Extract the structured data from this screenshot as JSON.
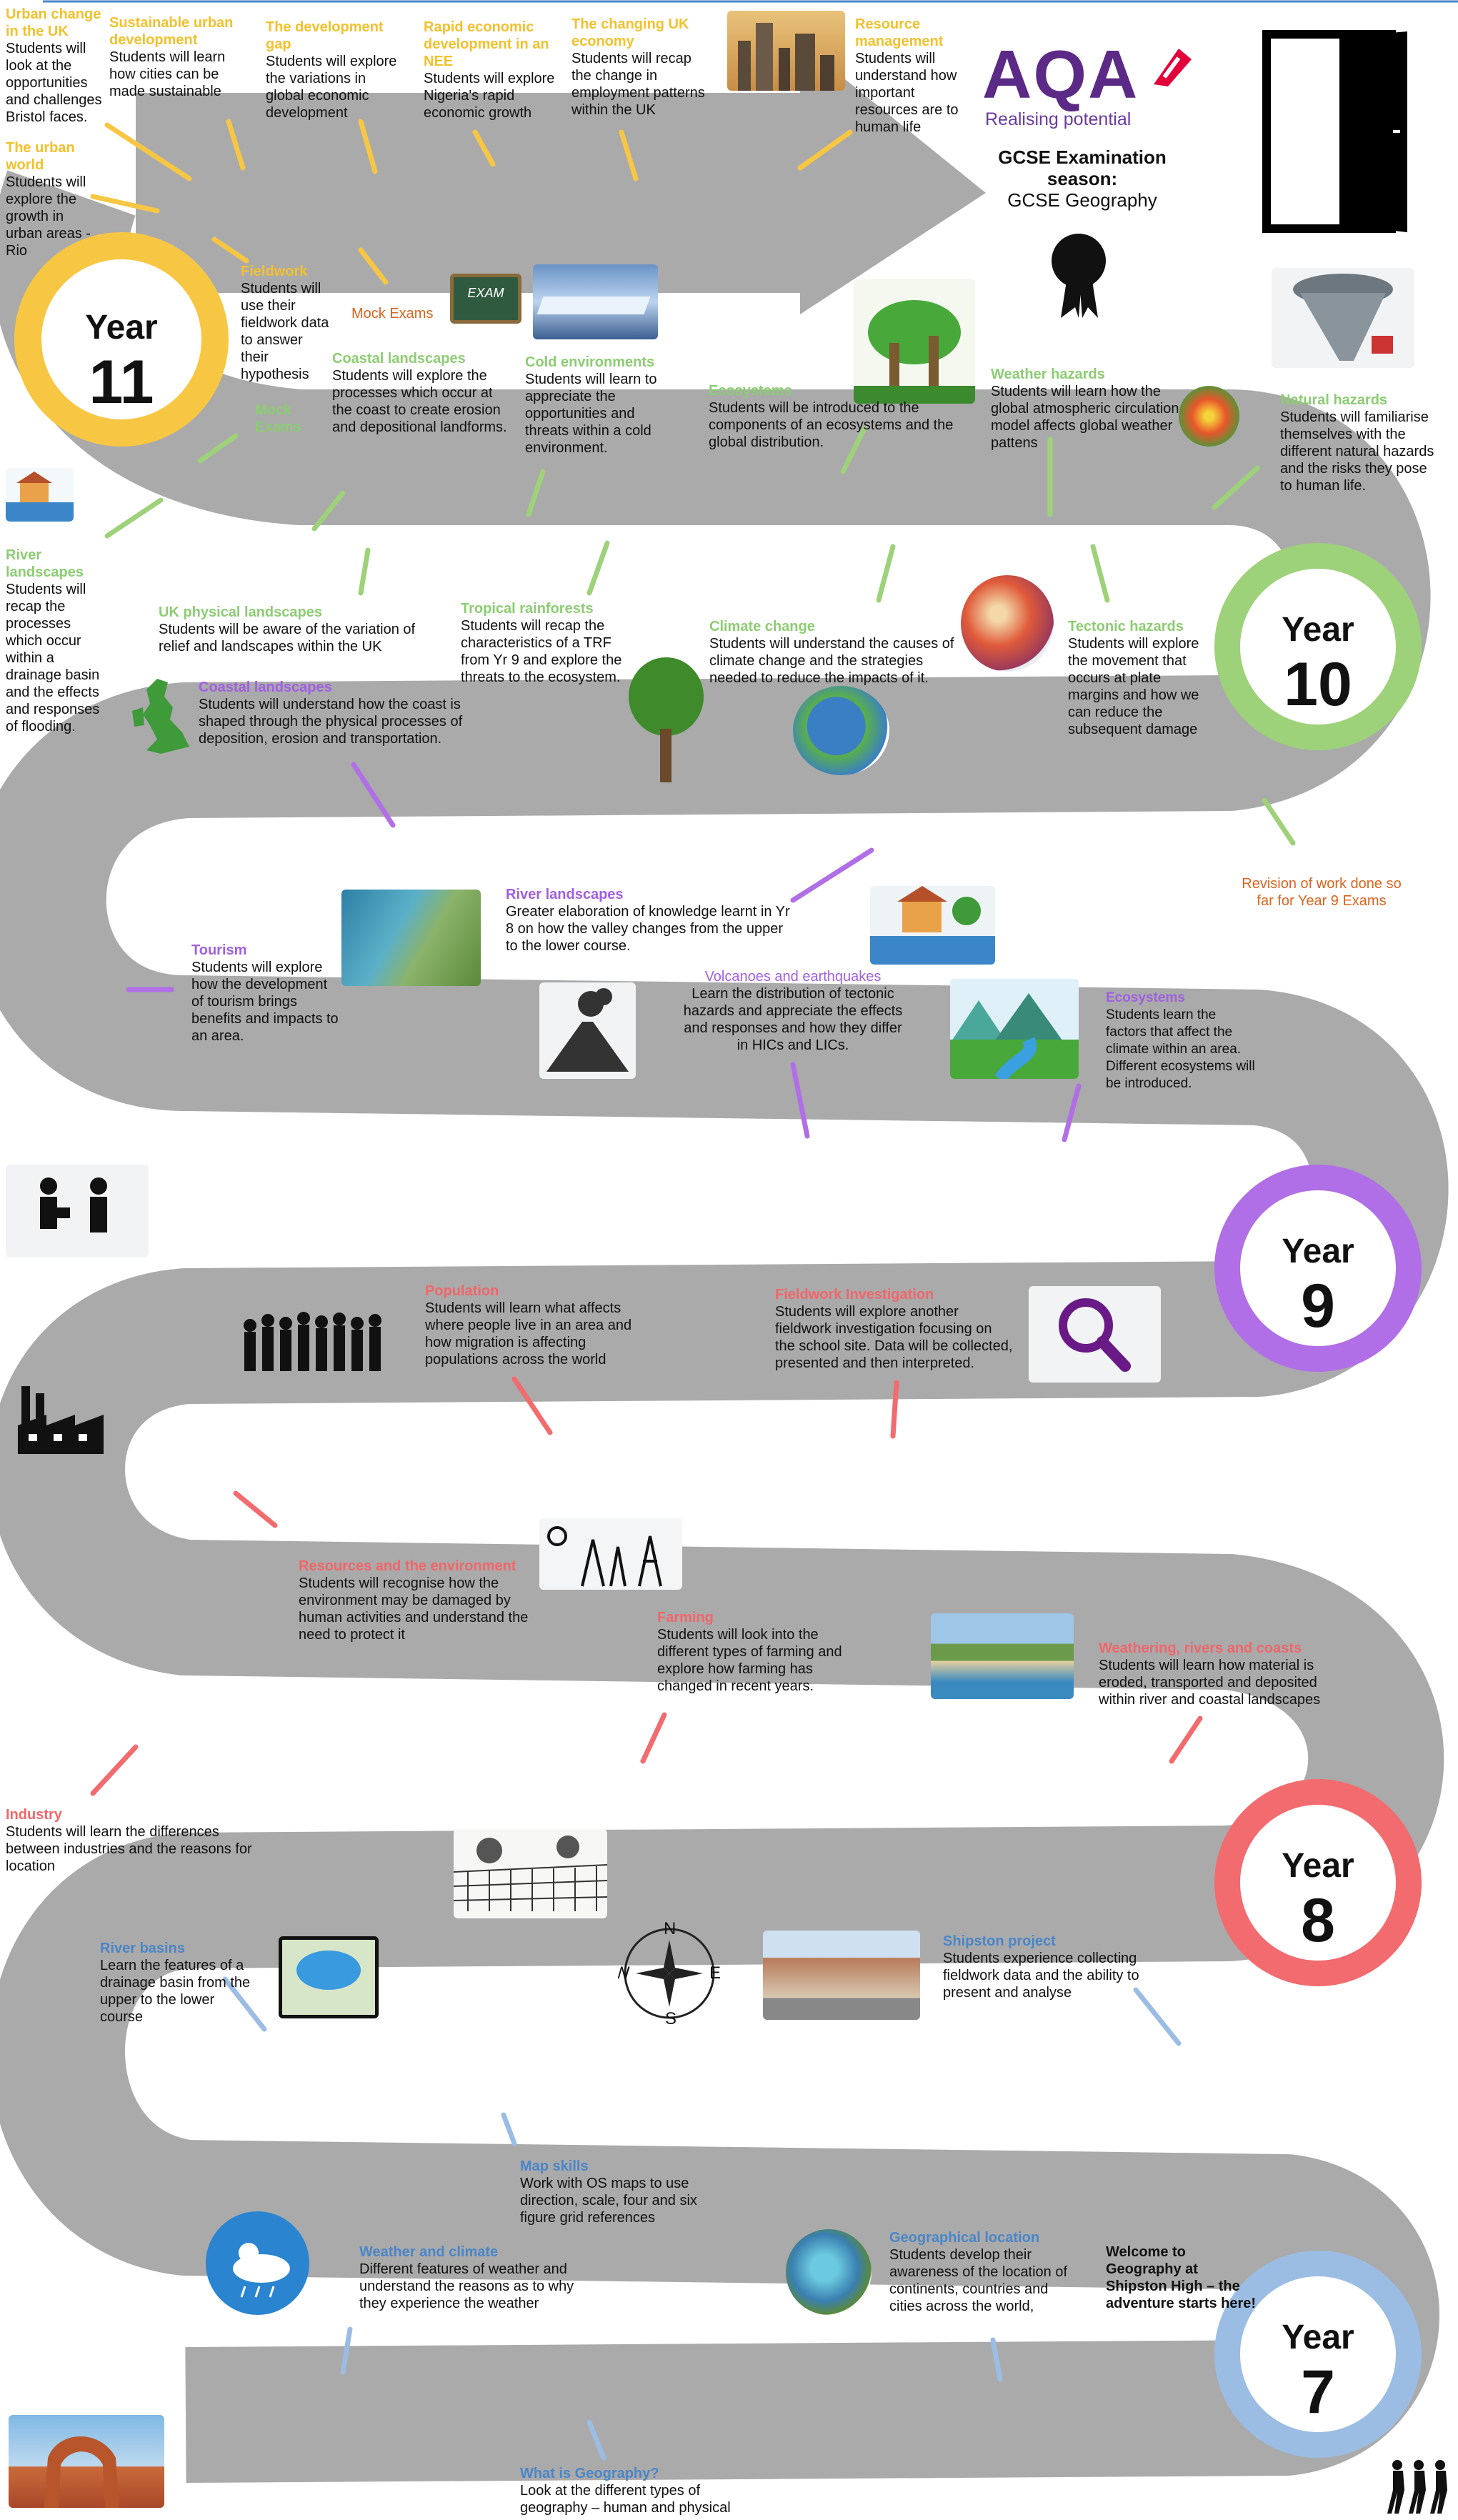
{
  "exam": {
    "logo_main": "AQA",
    "logo_tag": "Realising potential",
    "title_1": "GCSE Examination",
    "title_2": "season:",
    "title_3": "GCSE Geography"
  },
  "years": [
    {
      "label": "Year",
      "number": "11",
      "color": "#f7c744"
    },
    {
      "label": "Year",
      "number": "10",
      "color": "#9ed27a"
    },
    {
      "label": "Year",
      "number": "9",
      "color": "#b06fe6"
    },
    {
      "label": "Year",
      "number": "8",
      "color": "#f26b6f"
    },
    {
      "label": "Year",
      "number": "7",
      "color": "#9cbde3"
    }
  ],
  "year11": {
    "urban_change": {
      "title": "Urban change in the UK",
      "text": "Students will look at the opportunities and challenges Bristol faces."
    },
    "sustainable": {
      "title": "Sustainable urban development",
      "text": "Students will learn how cities can be made sustainable"
    },
    "dev_gap": {
      "title": "The development gap",
      "text": "Students will explore the variations in global economic development"
    },
    "rapid": {
      "title": "Rapid economic development in an NEE",
      "text": "Students will explore Nigeria's rapid economic growth"
    },
    "changing_uk": {
      "title": "The changing UK economy",
      "text": "Students will recap the change in employment patterns within the UK"
    },
    "resource_mgmt": {
      "title": "Resource management",
      "text": "Students will understand how important resources are to human life"
    },
    "urban_world": {
      "title": "The urban world",
      "text": "Students will explore the growth in urban areas - Rio"
    },
    "fieldwork": {
      "title": "Fieldwork",
      "text": "Students will use their fieldwork data to answer their hypothesis"
    },
    "mock_exams": "Mock Exams",
    "exam_board": "EXAM"
  },
  "year10": {
    "coastal": {
      "title": "Coastal landscapes",
      "text": "Students will explore the processes which occur at the coast to create erosion and depositional landforms."
    },
    "cold": {
      "title": "Cold environments",
      "text": "Students will learn to appreciate the opportunities and threats within a cold environment."
    },
    "ecosystems": {
      "title": "Ecosystems",
      "text": "Students will be introduced to the components of an ecosystems and the global distribution."
    },
    "weather_hazards": {
      "title": "Weather hazards",
      "text": "Students will learn how the global atmospheric circulation model affects global weather pattens"
    },
    "natural_hazards": {
      "title": "Natural hazards",
      "text": "Students will familiarise themselves with the different natural hazards and the risks they pose to human life."
    },
    "mock_exams": "Mock Exams",
    "river": {
      "title": "River landscapes",
      "text": "Students will recap the processes which occur within a drainage basin and the effects and responses of flooding."
    },
    "uk_physical": {
      "title": "UK physical landscapes",
      "text": "Students will be aware of the variation of relief and landscapes within the UK"
    },
    "tropical": {
      "title": "Tropical rainforests",
      "text": "Students will recap the characteristics of a TRF from Yr 9 and explore the threats to the ecosystem."
    },
    "climate": {
      "title": "Climate change",
      "text": "Students will understand the causes of climate change and the strategies needed to reduce the impacts of it."
    },
    "tectonic": {
      "title": "Tectonic hazards",
      "text": "Students will explore the movement that occurs at plate margins and how we can reduce the subsequent damage"
    },
    "revision": "Revision of work done so far for Year 9 Exams"
  },
  "year9": {
    "coastal": {
      "title": "Coastal landscapes",
      "text": "Students will understand how the coast is shaped through the physical processes of deposition, erosion and transportation."
    },
    "rivers": {
      "title": "River landscapes",
      "text": "Greater elaboration of knowledge learnt in Yr 8 on how the valley changes from the upper to the lower course."
    },
    "tourism": {
      "title": "Tourism",
      "text": "Students will explore how the development of tourism brings benefits and impacts to an area."
    },
    "volcanoes": {
      "title": "Volcanoes and earthquakes",
      "text": "Learn the distribution of tectonic hazards and appreciate the effects and responses and how they differ in HICs and LICs."
    },
    "ecosystems": {
      "title": "Ecosystems",
      "text": "Students learn the factors that affect the climate within an area. Different ecosystems will be introduced."
    }
  },
  "year8": {
    "population": {
      "title": "Population",
      "text": "Students will learn what affects where people live in an area and how migration is affecting populations across the world"
    },
    "fieldwork": {
      "title": "Fieldwork Investigation",
      "text": "Students will explore another fieldwork investigation focusing on the school site. Data will be collected, presented and then interpreted."
    },
    "resources": {
      "title": "Resources and the environment",
      "text": "Students will recognise how the environment may be damaged by human activities and understand the need to protect it"
    },
    "farming": {
      "title": "Farming",
      "text": "Students will look into the different types of farming and explore how farming has changed in recent years."
    },
    "weathering": {
      "title": "Weathering, rivers and coasts",
      "text": "Students will learn how material is eroded, transported and deposited within river and coastal landscapes"
    },
    "industry": {
      "title": "Industry",
      "text": "Students will learn the differences between industries and the reasons for location"
    }
  },
  "year7": {
    "river_basins": {
      "title": "River basins",
      "text": "Learn the features of a drainage basin from the upper to the lower course"
    },
    "shipston": {
      "title": "Shipston project",
      "text": "Students experience collecting fieldwork data and the ability to present and analyse"
    },
    "map_skills": {
      "title": "Map skills",
      "text": "Work with OS maps to use direction, scale, four and six figure grid references"
    },
    "weather": {
      "title": "Weather and climate",
      "text": "Different features of weather and understand the reasons as to why they experience the weather"
    },
    "location": {
      "title": "Geographical location",
      "text": "Students develop their awareness of the location of continents, countries and cities across the world,"
    },
    "welcome": "Welcome to Geography at Shipston High – the adventure starts here!",
    "what_is": {
      "title": "What is Geography?",
      "text": "Look at the different types of geography – human and physical"
    }
  },
  "compass": {
    "n": "N",
    "s": "S",
    "e": "E",
    "w": "W"
  },
  "colors": {
    "year11": "#f2c12e",
    "year10": "#8ccd72",
    "year9": "#a05fe0",
    "year8": "#f0666a",
    "year7": "#4a86c8",
    "road": "#aaaaaa",
    "orange": "#d9641e"
  }
}
